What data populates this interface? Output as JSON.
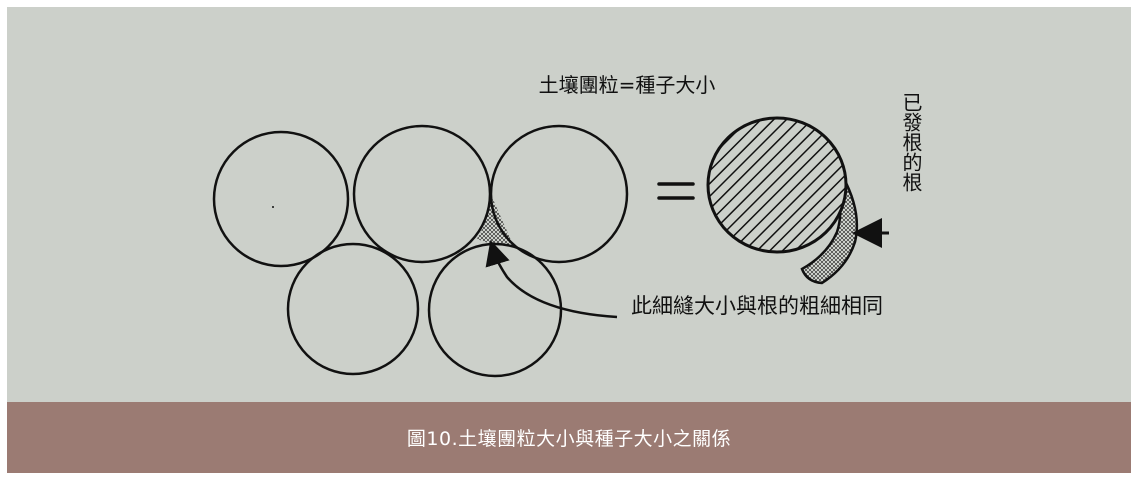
{
  "diagram": {
    "title": "土壤團粒=種子大小",
    "root_label": "已發根的根",
    "gap_label": "此細縫大小與根的粗細相同",
    "equals_sign": "="
  },
  "caption": {
    "text": "圖10.土壤團粒大小與種子大小之關係"
  },
  "colors": {
    "figure_background": "#ccd0ca",
    "caption_background": "#9b7b73",
    "caption_text": "#ffffff",
    "ink": "#111111"
  }
}
